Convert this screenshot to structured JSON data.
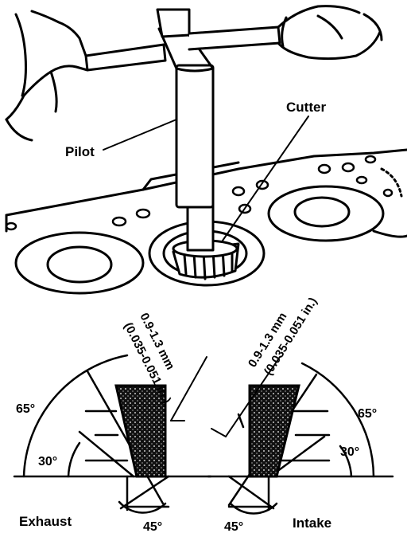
{
  "labels": {
    "pilot": "Pilot",
    "cutter": "Cutter",
    "exhaust": "Exhaust",
    "intake": "Intake"
  },
  "exhaust_seat": {
    "width_mm": "0.9-1.3 mm",
    "width_in": "(0.035-0.051 in.)",
    "angle_top": "65°",
    "angle_mid": "30°",
    "angle_bottom": "45°"
  },
  "intake_seat": {
    "width_mm": "0.9-1.3 mm",
    "width_in": "(0.035-0.051 in.)",
    "angle_top": "65°",
    "angle_mid": "30°",
    "angle_bottom": "45°"
  },
  "colors": {
    "ink": "#000000",
    "paper": "#ffffff"
  }
}
